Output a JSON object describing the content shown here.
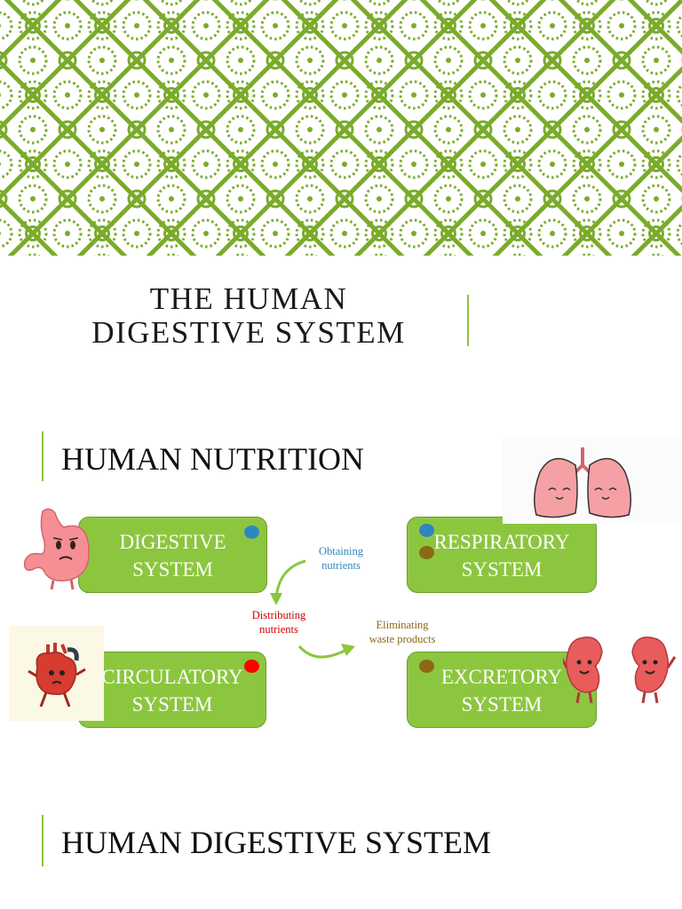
{
  "title": {
    "line1": "THE HUMAN",
    "line2": "DIGESTIVE SYSTEM"
  },
  "section1": {
    "heading": "HUMAN NUTRITION"
  },
  "boxes": {
    "digestive": {
      "line1": "DIGESTIVE",
      "line2": "SYSTEM"
    },
    "respiratory": {
      "line1": "RESPIRATORY",
      "line2": "SYSTEM"
    },
    "circulatory": {
      "line1": "CIRCULATORY",
      "line2": "SYSTEM"
    },
    "excretory": {
      "line1": "EXCRETORY",
      "line2": "SYSTEM"
    }
  },
  "labels": {
    "obtaining": {
      "line1": "Obtaining",
      "line2": "nutrients"
    },
    "distributing": {
      "line1": "Distributing",
      "line2": "nutrients"
    },
    "eliminating": {
      "line1": "Eliminating",
      "line2": "waste products"
    }
  },
  "section2": {
    "heading": "HUMAN DIGESTIVE SYSTEM"
  },
  "colors": {
    "accent_green": "#8cc63f",
    "pattern_green": "#7aab2a",
    "dot_blue": "#2e86c1",
    "dot_brown": "#8b6914",
    "dot_red": "#ff0000",
    "label_blue": "#2e86c1",
    "label_red": "#cc0000",
    "label_brown": "#8b6914"
  },
  "icons": [
    "stomach-icon",
    "lungs-icon",
    "heart-icon",
    "kidneys-icon",
    "arrow-icon"
  ]
}
